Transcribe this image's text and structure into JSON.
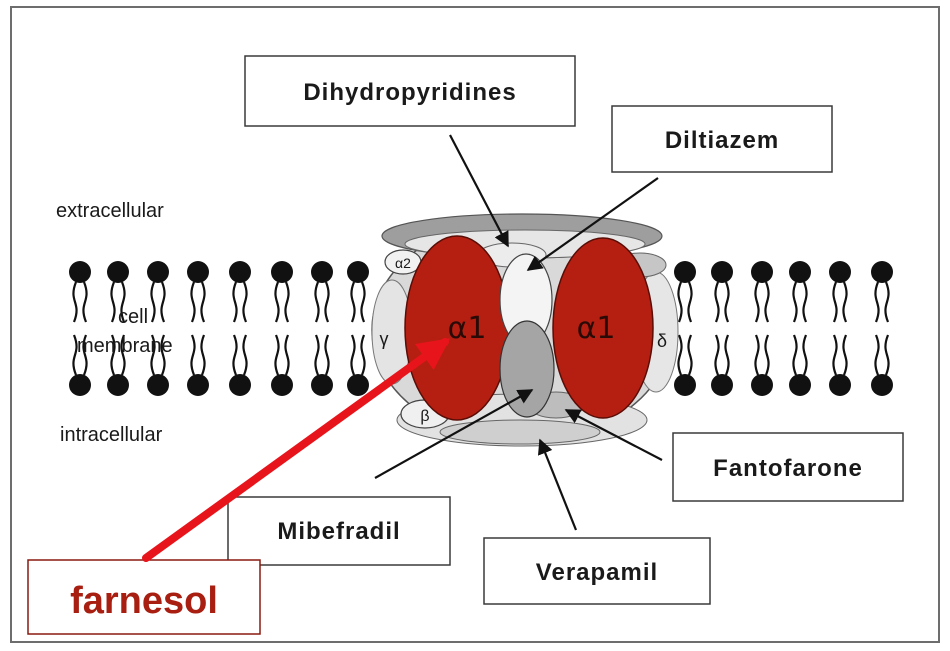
{
  "regions": {
    "extracellular": "extracellular",
    "cell": "cell",
    "membrane": "membrane",
    "intracellular": "intracellular"
  },
  "subunits": {
    "alpha1_left": "α1",
    "alpha1_right": "α1",
    "alpha2": "α2",
    "gamma": "γ",
    "delta": "δ",
    "beta": "β"
  },
  "drugs": {
    "dihydropyridines": "Dihydropyridines",
    "diltiazem": "Diltiazem",
    "fantofarone": "Fantofarone",
    "mibefradil": "Mibefradil",
    "verapamil": "Verapamil",
    "farnesol": "farnesol"
  },
  "colors": {
    "alpha1_fill": "#b51f12",
    "farnesol_accent": "#e8141b",
    "farnesol_text": "#a81e10",
    "membrane_head": "#111111"
  }
}
